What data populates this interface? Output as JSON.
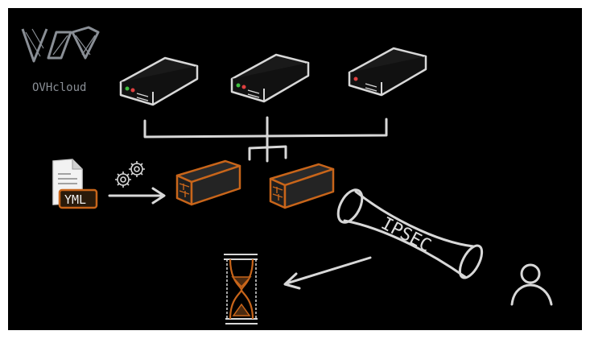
{
  "logo": {
    "text": "OVHcloud",
    "icon": "ovhcloud-logo-icon"
  },
  "file": {
    "label": "YML",
    "icon": "file-icon"
  },
  "tunnel": {
    "label": "IPSEC",
    "icon": "tunnel-icon"
  },
  "icons": {
    "servers": [
      "server-icon",
      "server-icon",
      "server-icon"
    ],
    "firewalls": [
      "firewall-icon",
      "firewall-icon"
    ],
    "gears": "gears-icon",
    "hourglass": "hourglass-icon",
    "user": "user-icon"
  },
  "colors": {
    "background": "#000000",
    "stroke": "#d8d8d8",
    "accent": "#c8651a",
    "logo": "#8a8f96"
  }
}
